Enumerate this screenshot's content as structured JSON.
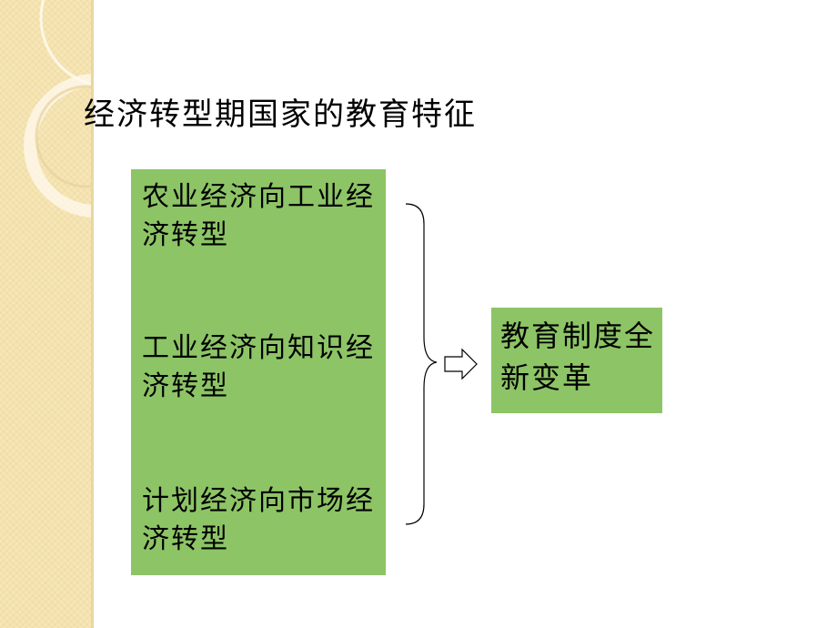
{
  "slide": {
    "title": "经济转型期国家的教育特征"
  },
  "transitions": [
    {
      "label": "农业经济向工业经济转型"
    },
    {
      "label": "工业经济向知识经济转型"
    },
    {
      "label": "计划经济向市场经济转型"
    }
  ],
  "result": {
    "label": "教育制度全新变革"
  },
  "colors": {
    "box_green": "#8dc466",
    "band_beige": "#f6e6b5"
  },
  "icons": {
    "brace": "right-curly-brace-icon",
    "arrow": "outline-right-arrow-icon"
  }
}
